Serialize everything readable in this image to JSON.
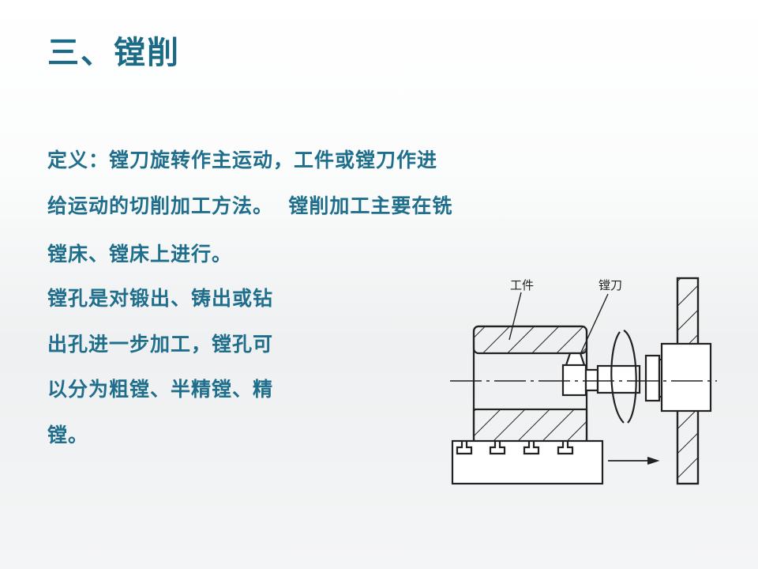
{
  "title": "三、镗削",
  "body_lines": [
    "定义：镗刀旋转作主运动，工件或镗刀作进",
    "给运动的切削加工方法。  镗削加工主要在铣",
    "镗床、镗床上进行。",
    "镗孔是对锻出、铸出或钻",
    "出孔进一步加工，镗孔可",
    "以分为粗镗、半精镗、精",
    "镗。"
  ],
  "diagram": {
    "label_workpiece": "工件",
    "label_tool": "镗刀"
  }
}
